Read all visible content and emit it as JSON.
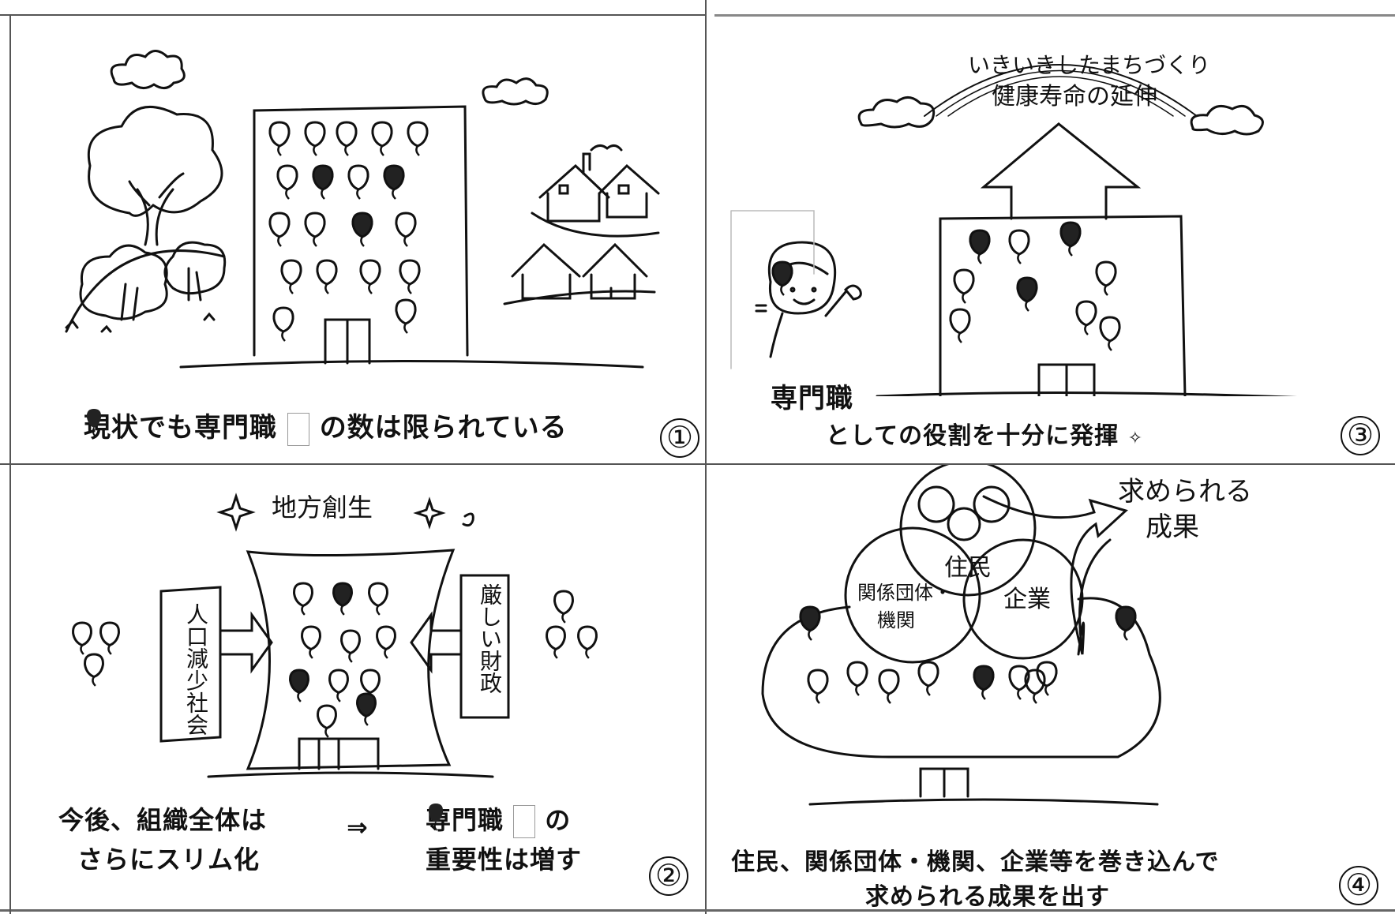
{
  "panels": [
    {
      "number": "①",
      "caption_before": "現状でも専門職",
      "caption_after": "の数は限られている"
    },
    {
      "number": "②",
      "left_caption_line1": "今後、組織全体は",
      "left_caption_line2": "さらにスリム化",
      "arrow": "⇒",
      "right_caption_line1_before": "専門職",
      "right_caption_line1_after": "の",
      "right_caption_line2": "重要性は増す",
      "banner": "地方創生",
      "left_pressure": "人口減少社会",
      "right_pressure": "厳しい財政"
    },
    {
      "number": "③",
      "rainbow_line1": "いきいきしたまちづくり",
      "rainbow_line2": "健康寿命の延伸",
      "equals": "=",
      "caption_line1": "専門職",
      "caption_line2": "としての役割を十分に発揮"
    },
    {
      "number": "④",
      "target_line1": "求められる",
      "target_line2": "成果",
      "circle_residents": "住民",
      "circle_orgs_line1": "関係団体・",
      "circle_orgs_line2": "機関",
      "circle_company": "企業",
      "caption_line1": "住民、関係団体・機関、企業等を巻き込んで",
      "caption_line2": "求められる成果を出す"
    }
  ],
  "colors": {
    "ink": "#111111",
    "frame": "#555555",
    "balloon_dark": "#222222"
  }
}
